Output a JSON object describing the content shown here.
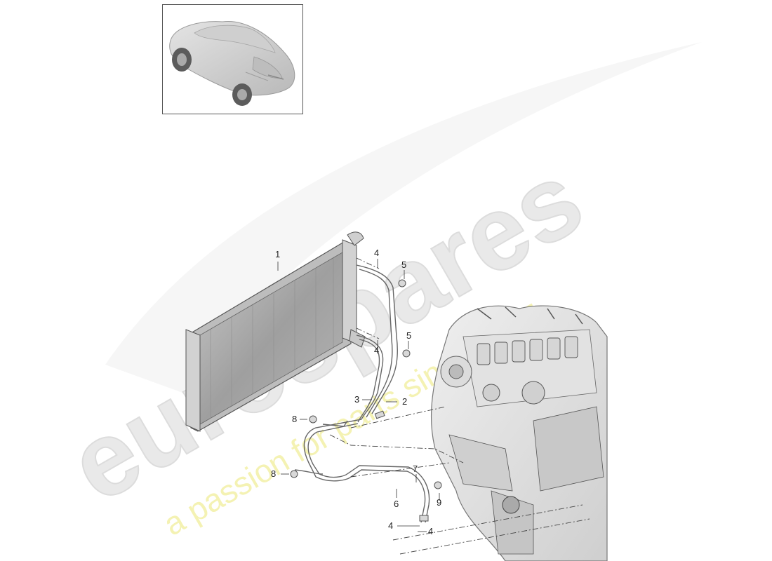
{
  "watermark": {
    "brand": "eurospares",
    "tagline": "a passion for parts since 1985",
    "brand_color": "#e9e9e9",
    "tagline_color": "#f3f0a6"
  },
  "thumbnail": {
    "icon": "car-suv-icon"
  },
  "callouts": {
    "c1": "1",
    "c2": "2",
    "c3": "3",
    "c4a": "4",
    "c4b": "4",
    "c4c": "4",
    "c4d": "4",
    "c5a": "5",
    "c5b": "5",
    "c6": "6",
    "c7": "7",
    "c8a": "8",
    "c8b": "8",
    "c9": "9"
  },
  "parts": {
    "radiator": "radiator-icon",
    "engine": "engine-icon",
    "oil_lines": "coolant-line-icon"
  }
}
